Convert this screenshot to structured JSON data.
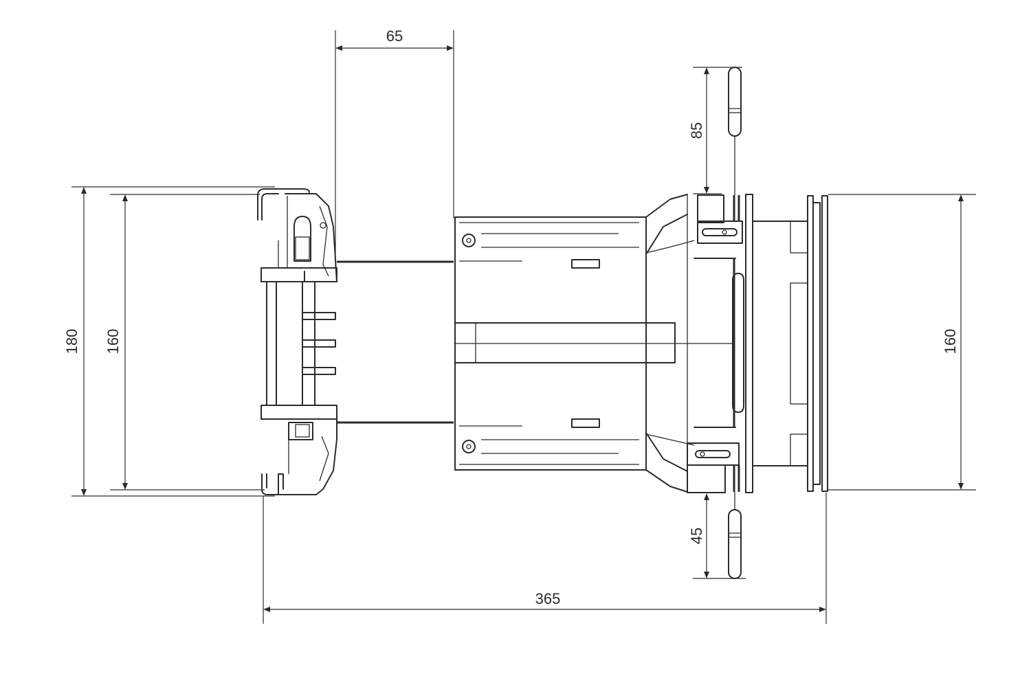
{
  "dimensions": {
    "top_width": "65",
    "upper_right_height": "85",
    "left_outer_height": "180",
    "left_inner_height": "160",
    "right_height": "160",
    "lower_right_height": "45",
    "total_length": "365"
  },
  "colors": {
    "line": "#2b2b2b",
    "background": "#ffffff"
  }
}
